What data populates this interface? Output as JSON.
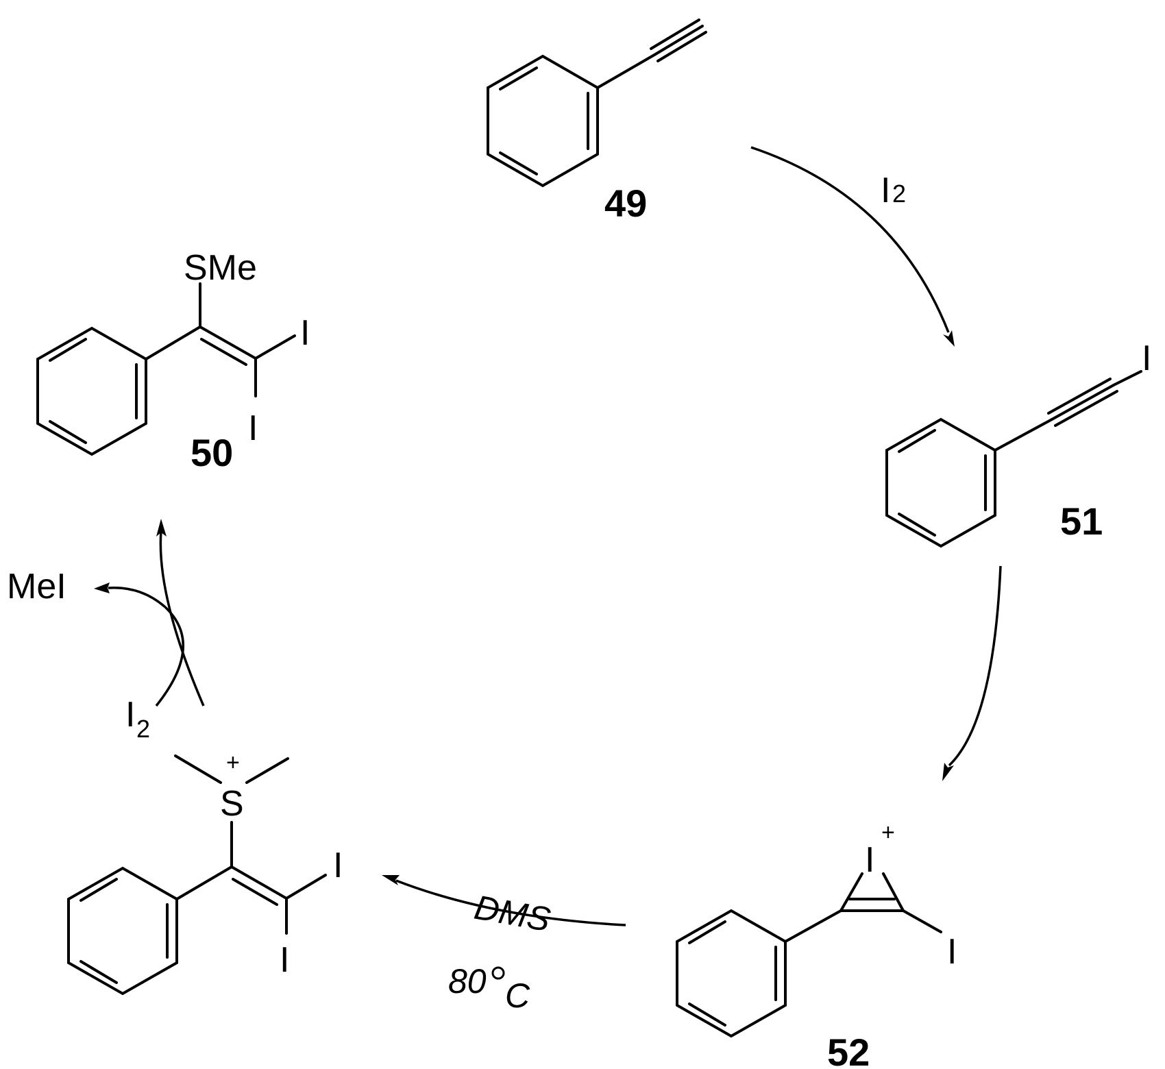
{
  "compounds": {
    "c49": {
      "number": "49"
    },
    "c50": {
      "number": "50",
      "group": "SMe",
      "iodo1": "I",
      "iodo2": "I"
    },
    "c51": {
      "number": "51",
      "iodo": "I"
    },
    "c52": {
      "number": "52",
      "iodonium": "I",
      "charge": "+",
      "iodo": "I"
    },
    "sulfonium": {
      "sulfur": "S",
      "charge": "+",
      "iodo1": "I",
      "iodo2": "I"
    }
  },
  "arrows": {
    "a1": {
      "reagent": "I",
      "subscript": "2"
    },
    "a3": {
      "reagent": "DMS",
      "conditions_number": "80",
      "conditions_unit": "C"
    },
    "a4": {
      "reagent": "I",
      "subscript": "2",
      "byproduct": "MeI"
    }
  }
}
